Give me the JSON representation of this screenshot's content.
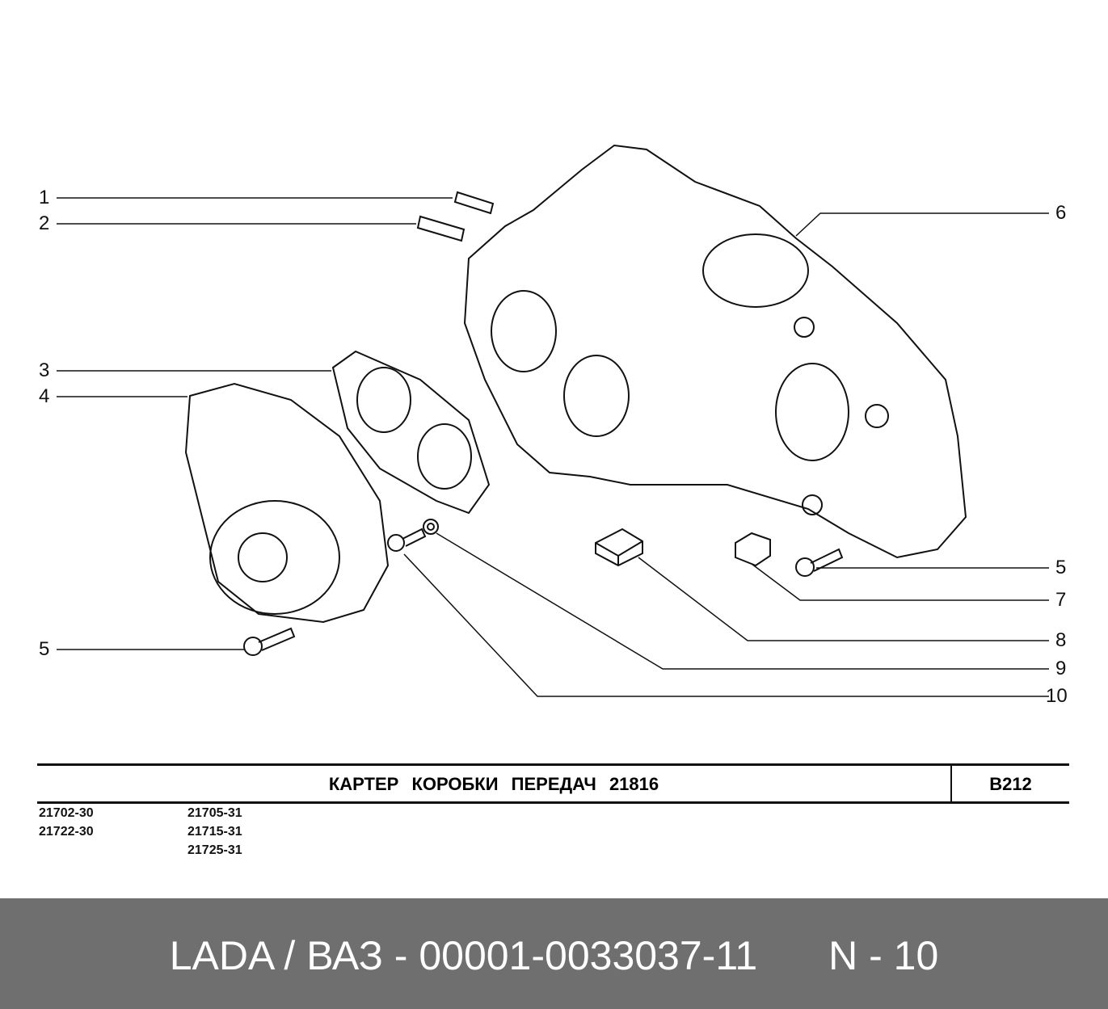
{
  "callouts_left": [
    "1",
    "2",
    "3",
    "4",
    "5"
  ],
  "callouts_right": [
    "6",
    "5",
    "7",
    "8",
    "9",
    "10"
  ],
  "title": "КАРТЕР   КОРОБКИ   ПЕРЕДАЧ   21816",
  "section_code": "B212",
  "models": {
    "col1": [
      "21702-30",
      "21722-30"
    ],
    "col2": [
      "21705-31",
      "21715-31",
      "21725-31"
    ]
  },
  "footer": {
    "brand": "LADA / ВАЗ - 00001-0033037-11",
    "number": "N - 10"
  }
}
